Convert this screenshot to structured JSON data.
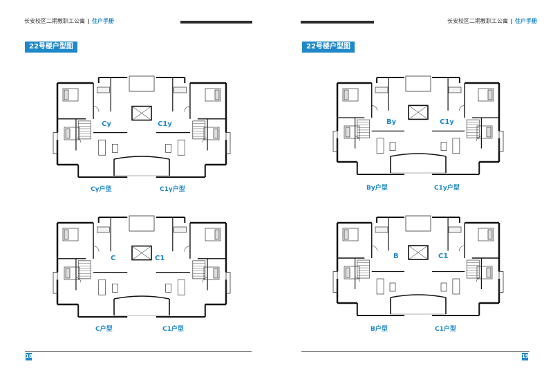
{
  "header": {
    "title": "长安校区二期教职工公寓",
    "separator": "|",
    "guide": "住户手册"
  },
  "section_title": "22号楼户型图",
  "left_page": {
    "plans": [
      {
        "marks": [
          "Cy",
          "C1y"
        ],
        "captions": [
          "Cy户型",
          "C1y户型"
        ]
      },
      {
        "marks": [
          "C",
          "C1"
        ],
        "captions": [
          "C户型",
          "C1户型"
        ]
      }
    ],
    "page_number": "18"
  },
  "right_page": {
    "plans": [
      {
        "marks": [
          "By",
          "C1y"
        ],
        "captions": [
          "By户型",
          "C1y户型"
        ]
      },
      {
        "marks": [
          "B",
          "C1"
        ],
        "captions": [
          "B户型",
          "C1户型"
        ]
      }
    ],
    "page_number": "19"
  },
  "colors": {
    "accent": "#1e88c8",
    "header_bar": "#2b2b2b",
    "wall": "#111111"
  }
}
